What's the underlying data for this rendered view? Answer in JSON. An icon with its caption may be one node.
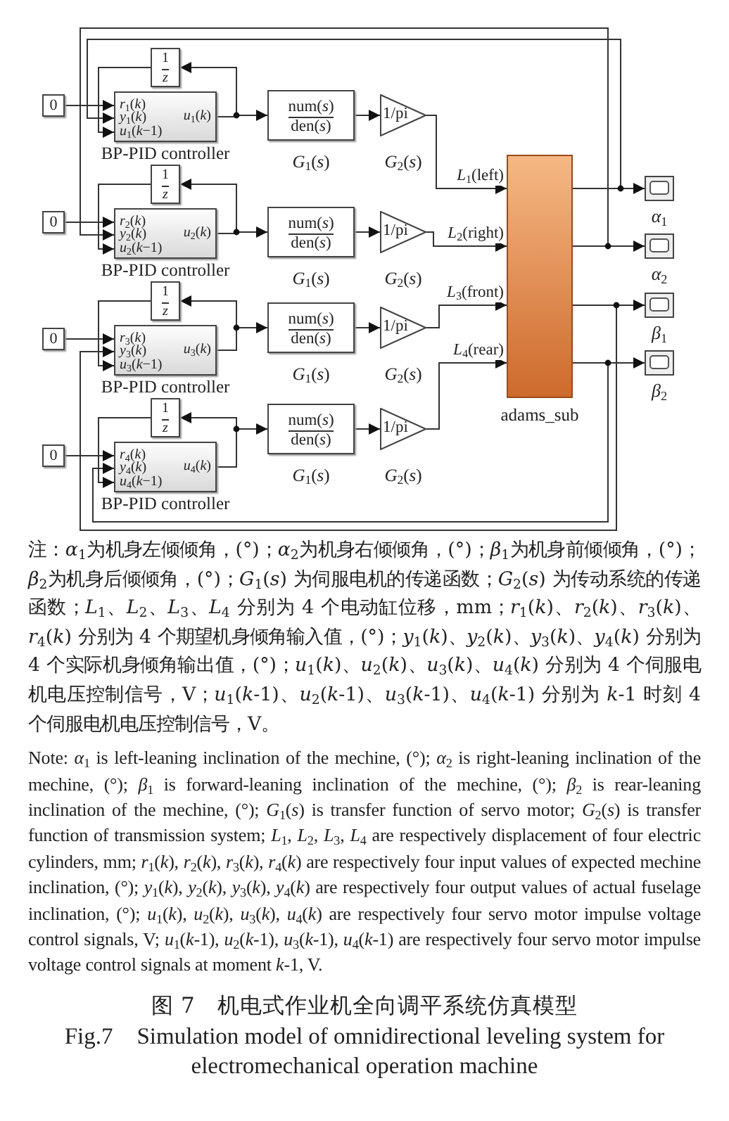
{
  "diagram": {
    "nodes": [
      {
        "text": [
          "0"
        ]
      },
      {
        "text": [
          "1",
          "z"
        ]
      },
      {
        "text": [
          "*r*$_{1}$(*k*)",
          "*y*$_{1}$(*k*)",
          "*u*$_{1}$(*k*−1)",
          "*u*$_{1}$(*k*)"
        ],
        "beside": [
          "BP-PID controller"
        ]
      },
      {
        "text": [
          "num(*s*)",
          "den(*s*)"
        ],
        "beside": [
          "*G*$_{1}$(*s*)"
        ]
      },
      {
        "text": [
          "1/pi"
        ],
        "beside": [
          "*G*$_{2}$(*s*)"
        ]
      },
      {
        "text": [
          "0"
        ]
      },
      {
        "text": [
          "1",
          "z"
        ]
      },
      {
        "text": [
          "*r*$_{2}$(*k*)",
          "*y*$_{2}$(*k*)",
          "*u*$_{2}$(*k*−1)",
          "*u*$_{2}$(*k*)"
        ],
        "beside": [
          "BP-PID controller"
        ]
      },
      {
        "text": [
          "num(*s*)",
          "den(*s*)"
        ],
        "beside": [
          "*G*$_{1}$(*s*)"
        ]
      },
      {
        "text": [
          "1/pi"
        ],
        "beside": [
          "*G*$_{2}$(*s*)"
        ]
      },
      {
        "text": [
          "0"
        ]
      },
      {
        "text": [
          "1",
          "z"
        ]
      },
      {
        "text": [
          "*r*$_{3}$(*k*)",
          "*y*$_{3}$(*k*)",
          "*u*$_{3}$(*k*−1)",
          "*u*$_{3}$(*k*)"
        ],
        "beside": [
          "BP-PID controller"
        ]
      },
      {
        "text": [
          "num(*s*)",
          "den(*s*)"
        ],
        "beside": [
          "*G*$_{1}$(*s*)"
        ]
      },
      {
        "text": [
          "1/pi"
        ],
        "beside": [
          "*G*$_{2}$(*s*)"
        ]
      },
      {
        "text": [
          "0"
        ]
      },
      {
        "text": [
          "1",
          "z"
        ]
      },
      {
        "text": [
          "*r*$_{4}$(*k*)",
          "*y*$_{4}$(*k*)",
          "*u*$_{4}$(*k*−1)",
          "*u*$_{4}$(*k*)"
        ],
        "beside": [
          "BP-PID controller"
        ]
      },
      {
        "text": [
          "num(*s*)",
          "den(*s*)"
        ],
        "beside": [
          "*G*$_{1}$(*s*)"
        ]
      },
      {
        "text": [
          "1/pi"
        ],
        "beside": [
          "*G*$_{2}$(*s*)"
        ]
      },
      {
        "text": [],
        "shape": "box",
        "beside": [
          "adams_sub"
        ]
      },
      {
        "text": [],
        "shape": "box",
        "beside": [
          "*α*$_{1}$"
        ]
      },
      {
        "text": [],
        "shape": "box",
        "beside": [
          "*α*$_{2}$"
        ]
      },
      {
        "text": [],
        "shape": "box",
        "beside": [
          "*β*$_{1}$"
        ]
      },
      {
        "text": [],
        "shape": "box",
        "beside": [
          "*β*$_{2}$"
        ]
      }
    ],
    "edges": [
      {
        "from": 0,
        "to": 2,
        "arrow": "to"
      },
      {
        "from": 2,
        "to": 1,
        "arrow": "to"
      },
      {
        "from": 1,
        "to": 2,
        "arrow": "to"
      },
      {
        "from": 2,
        "to": 3,
        "arrow": "to"
      },
      {
        "from": 3,
        "to": 4,
        "arrow": "to"
      },
      {
        "from": 4,
        "to": 20,
        "arrow": "to",
        "label": "*L*$_{1}$(left)"
      },
      {
        "from": 5,
        "to": 7,
        "arrow": "to"
      },
      {
        "from": 7,
        "to": 6,
        "arrow": "to"
      },
      {
        "from": 6,
        "to": 7,
        "arrow": "to"
      },
      {
        "from": 7,
        "to": 8,
        "arrow": "to"
      },
      {
        "from": 8,
        "to": 9,
        "arrow": "to"
      },
      {
        "from": 9,
        "to": 20,
        "arrow": "to",
        "label": "*L*$_{2}$(right)"
      },
      {
        "from": 10,
        "to": 12,
        "arrow": "to"
      },
      {
        "from": 12,
        "to": 11,
        "arrow": "to"
      },
      {
        "from": 11,
        "to": 12,
        "arrow": "to"
      },
      {
        "from": 12,
        "to": 13,
        "arrow": "to"
      },
      {
        "from": 13,
        "to": 14,
        "arrow": "to"
      },
      {
        "from": 14,
        "to": 20,
        "arrow": "to",
        "label": "*L*$_{3}$(front)"
      },
      {
        "from": 15,
        "to": 17,
        "arrow": "to"
      },
      {
        "from": 17,
        "to": 16,
        "arrow": "to"
      },
      {
        "from": 16,
        "to": 17,
        "arrow": "to"
      },
      {
        "from": 17,
        "to": 18,
        "arrow": "to"
      },
      {
        "from": 18,
        "to": 19,
        "arrow": "to"
      },
      {
        "from": 19,
        "to": 20,
        "arrow": "to",
        "label": "*L*$_{4}$(rear)"
      },
      {
        "from": 20,
        "to": 21,
        "arrow": "to"
      },
      {
        "from": 20,
        "to": 22,
        "arrow": "to"
      },
      {
        "from": 20,
        "to": 23,
        "arrow": "to"
      },
      {
        "from": 20,
        "to": 24,
        "arrow": "to"
      },
      {
        "from": 20,
        "to": 2,
        "arrow": "to"
      },
      {
        "from": 20,
        "to": 7,
        "arrow": "to"
      },
      {
        "from": 20,
        "to": 12,
        "arrow": "to"
      },
      {
        "from": 20,
        "to": 17,
        "arrow": "to"
      }
    ],
    "labels": [
      "注：*α*$_{1}$为机身左倾倾角，(°)；*α*$_{2}$为机身右倾倾角，(°)；*β*$_{1}$为机身前倾倾角，(°)；*β*$_{2}$为机身后倾倾角，(°)；*G*$_{1}$(*s*) 为伺服电机的传递函数；*G*$_{2}$(*s*) 为传动系统的传递函数；*L*$_{1}$、*L*$_{2}$、*L*$_{3}$、*L*$_{4}$ 分别为 4 个电动缸位移，mm；*r*$_{1}$(*k*)、*r*$_{2}$(*k*)、*r*$_{3}$(*k*)、*r*$_{4}$(*k*) 分别为 4 个期望机身倾角输入值，(°)；*y*$_{1}$(*k*)、*y*$_{2}$(*k*)、*y*$_{3}$(*k*)、*y*$_{4}$(*k*) 分别为 4 个实际机身倾角输出值，(°)；*u*$_{1}$(*k*)、*u*$_{2}$(*k*)、*u*$_{3}$(*k*)、*u*$_{4}$(*k*) 分别为 4 个伺服电机电压控制信号，V；*u*$_{1}$(*k*-1)、*u*$_{2}$(*k*-1)、*u*$_{3}$(*k*-1)、*u*$_{4}$(*k*-1) 分别为 *k*-1 时刻 4 个伺服电机电压控制信号，V。",
      "Note: *α*$_{1}$ is left-leaning inclination of the mechine, (°); *α*$_{2}$ is right-leaning inclination of the mechine, (°); *β*$_{1}$ is forward-leaning inclination of the mechine, (°); *β*$_{2}$ is rear-leaning inclination of the mechine, (°); *G*$_{1}$(*s*) is transfer function of servo motor; *G*$_{2}$(*s*) is transfer function of transmission system; *L*$_{1}$, *L*$_{2}$, *L*$_{3}$, *L*$_{4}$ are respectively displacement of four electric cylinders, mm; *r*$_{1}$(*k*), *r*$_{2}$(*k*), *r*$_{3}$(*k*), *r*$_{4}$(*k*) are respectively four input values of expected mechine inclination, (°); *y*$_{1}$(*k*), *y*$_{2}$(*k*), *y*$_{3}$(*k*), *y*$_{4}$(*k*) are respectively four output values of actual fuselage inclination, (°); *u*$_{1}$(*k*), *u*$_{2}$(*k*), *u*$_{3}$(*k*), *u*$_{4}$(*k*) are respectively four servo motor impulse voltage control signals, V; *u*$_{1}$(*k*-1), *u*$_{2}$(*k*-1), *u*$_{3}$(*k*-1), *u*$_{4}$(*k*-1) are respectively four servo motor impulse voltage control signals at moment *k*-1, V.",
      "图 7　机电式作业机全向调平系统仿真模型",
      "Fig.7　Simulation model of omnidirectional leveling system for electromechanical operation machine"
    ]
  }
}
